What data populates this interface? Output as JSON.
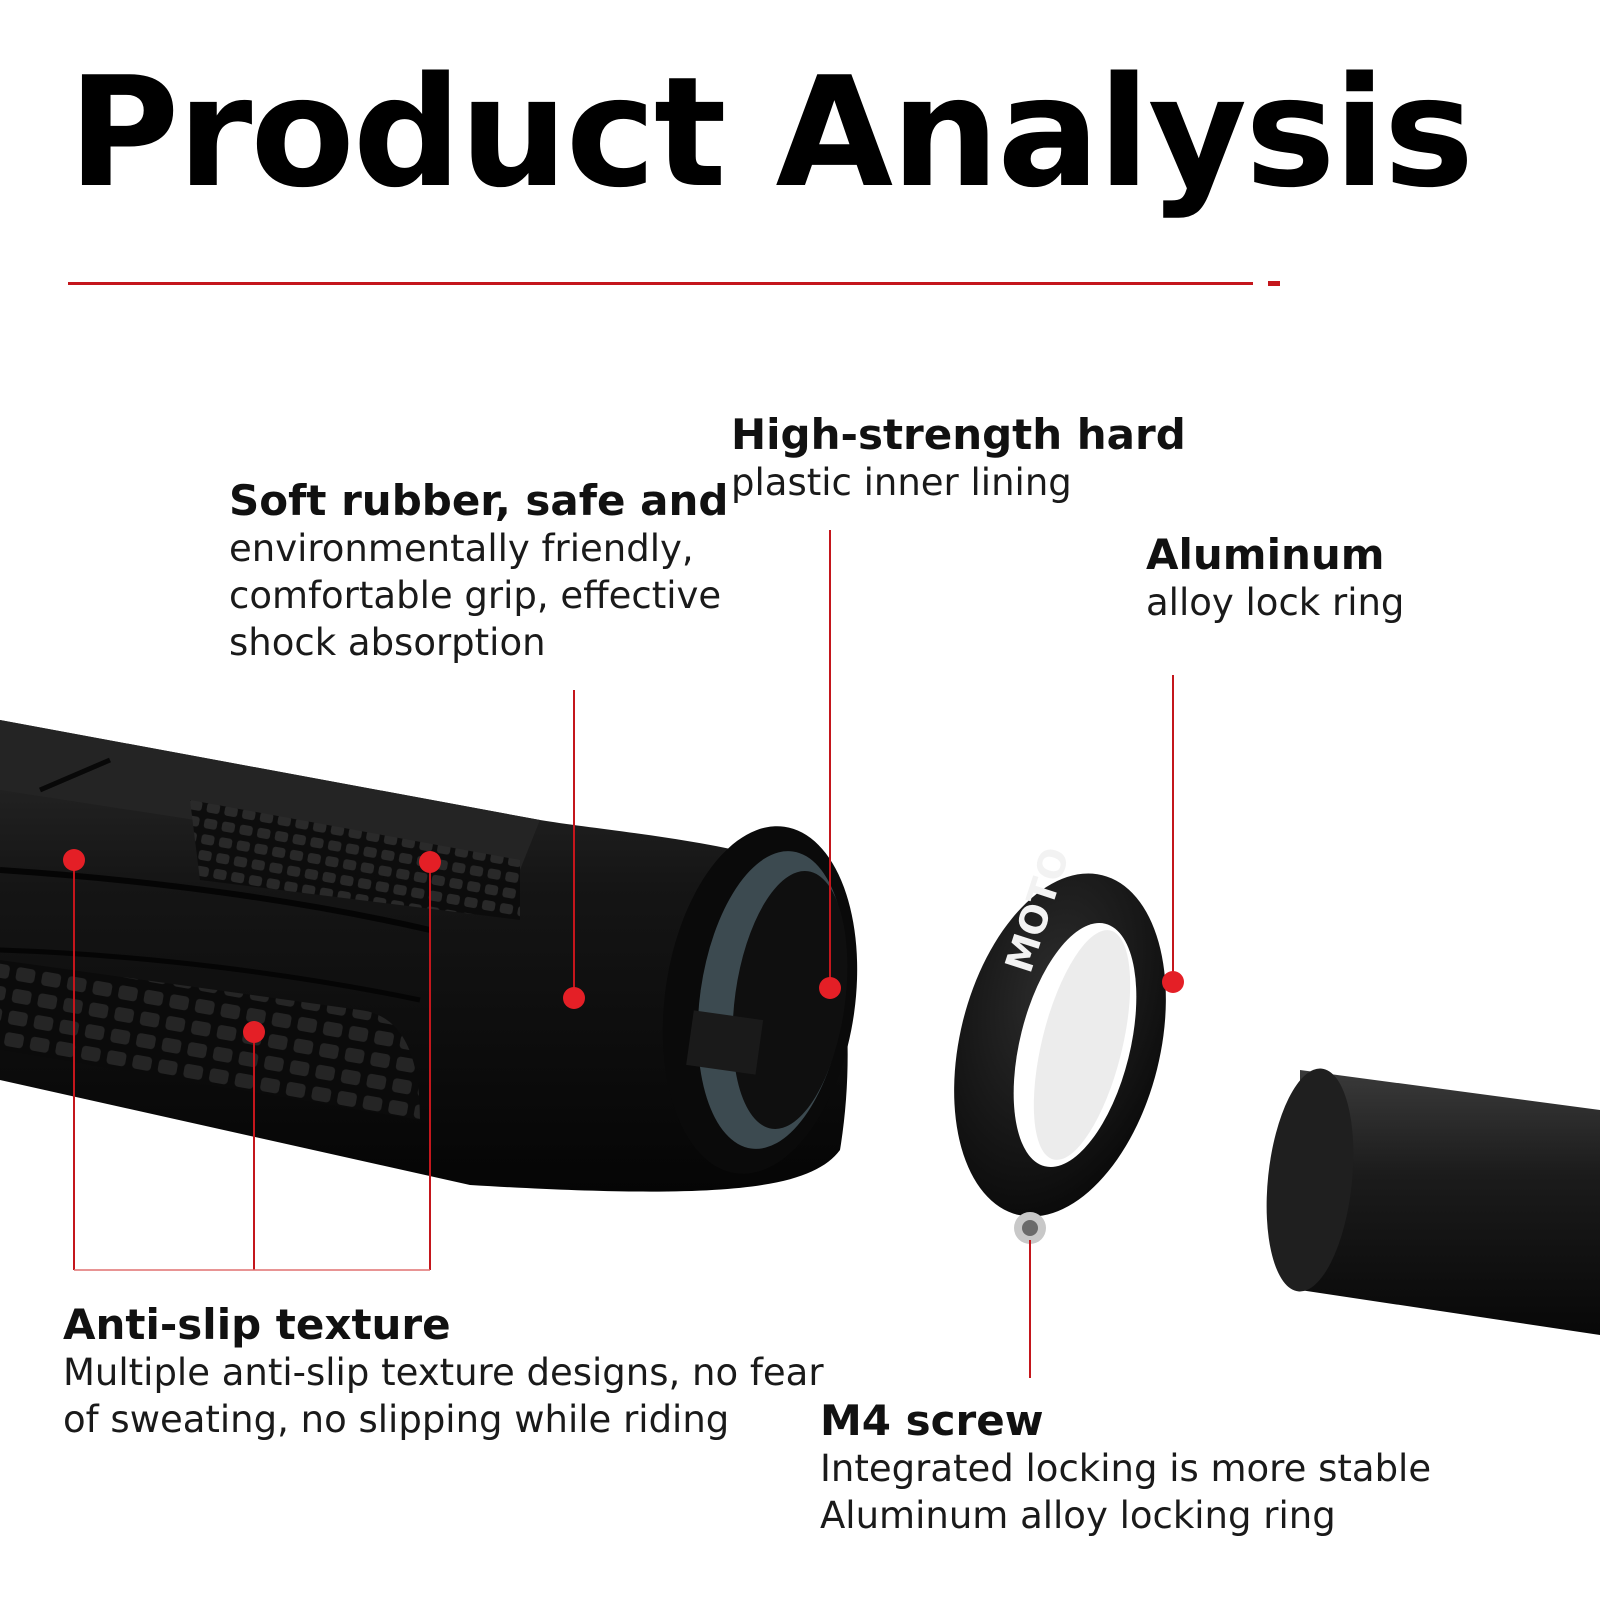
{
  "title": "Product Analysis",
  "accent_color": "#c4161c",
  "callouts": {
    "soft_rubber": {
      "heading": "Soft rubber, safe and",
      "lines": [
        "environmentally friendly,",
        "comfortable grip, effective",
        "shock absorption"
      ]
    },
    "inner_lining": {
      "heading": "High-strength hard",
      "lines": [
        "plastic inner lining"
      ]
    },
    "lock_ring": {
      "heading": "Aluminum",
      "lines": [
        "alloy lock ring"
      ]
    },
    "anti_slip": {
      "heading": "Anti-slip texture",
      "lines": [
        "Multiple anti-slip texture designs, no fear",
        "of sweating, no slipping while riding"
      ]
    },
    "m4_screw": {
      "heading": "M4 screw",
      "lines": [
        "Integrated locking is more stable",
        "Aluminum alloy locking ring"
      ]
    }
  },
  "ring_logo": "MOTO"
}
